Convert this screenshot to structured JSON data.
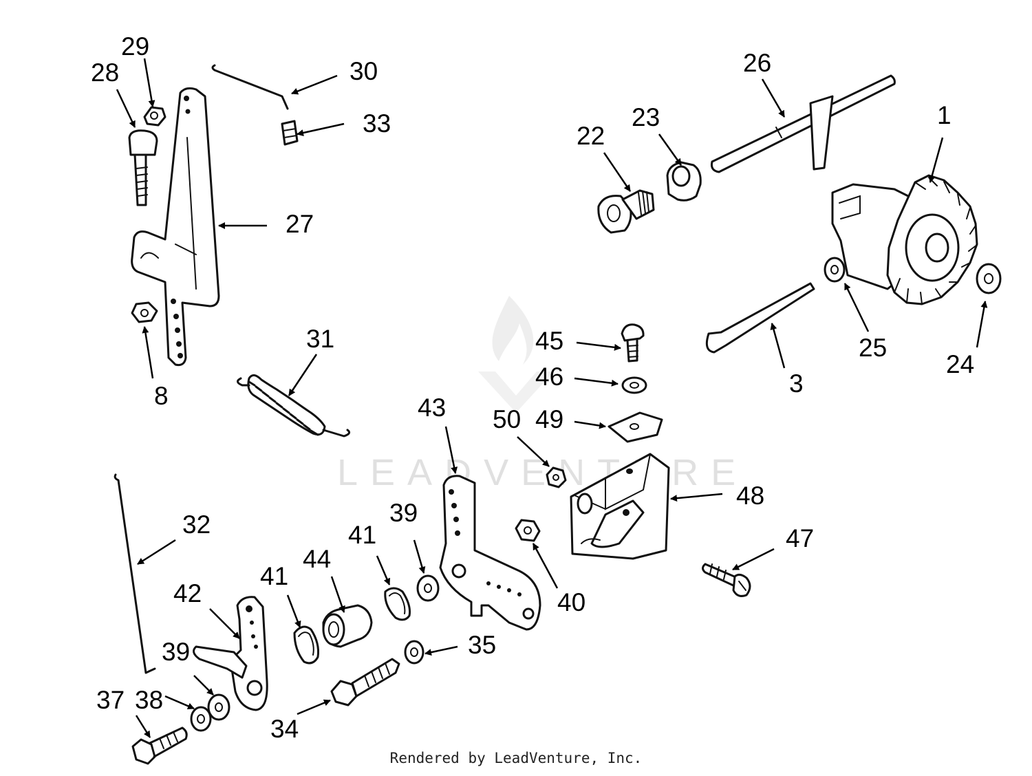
{
  "watermark": {
    "brand": "LEADVENTURE"
  },
  "footer": {
    "credit": "Rendered by LeadVenture, Inc."
  },
  "callouts": [
    {
      "id": "1",
      "label": "1"
    },
    {
      "id": "3",
      "label": "3"
    },
    {
      "id": "8",
      "label": "8"
    },
    {
      "id": "22",
      "label": "22"
    },
    {
      "id": "23",
      "label": "23"
    },
    {
      "id": "24",
      "label": "24"
    },
    {
      "id": "25",
      "label": "25"
    },
    {
      "id": "26",
      "label": "26"
    },
    {
      "id": "27",
      "label": "27"
    },
    {
      "id": "28",
      "label": "28"
    },
    {
      "id": "29",
      "label": "29"
    },
    {
      "id": "30",
      "label": "30"
    },
    {
      "id": "31",
      "label": "31"
    },
    {
      "id": "32",
      "label": "32"
    },
    {
      "id": "33",
      "label": "33"
    },
    {
      "id": "34",
      "label": "34"
    },
    {
      "id": "35",
      "label": "35"
    },
    {
      "id": "37",
      "label": "37"
    },
    {
      "id": "38",
      "label": "38"
    },
    {
      "id": "39a",
      "label": "39"
    },
    {
      "id": "39b",
      "label": "39"
    },
    {
      "id": "40",
      "label": "40"
    },
    {
      "id": "41a",
      "label": "41"
    },
    {
      "id": "41b",
      "label": "41"
    },
    {
      "id": "42",
      "label": "42"
    },
    {
      "id": "43",
      "label": "43"
    },
    {
      "id": "44",
      "label": "44"
    },
    {
      "id": "45",
      "label": "45"
    },
    {
      "id": "46",
      "label": "46"
    },
    {
      "id": "47",
      "label": "47"
    },
    {
      "id": "48",
      "label": "48"
    },
    {
      "id": "49",
      "label": "49"
    },
    {
      "id": "50",
      "label": "50"
    }
  ]
}
